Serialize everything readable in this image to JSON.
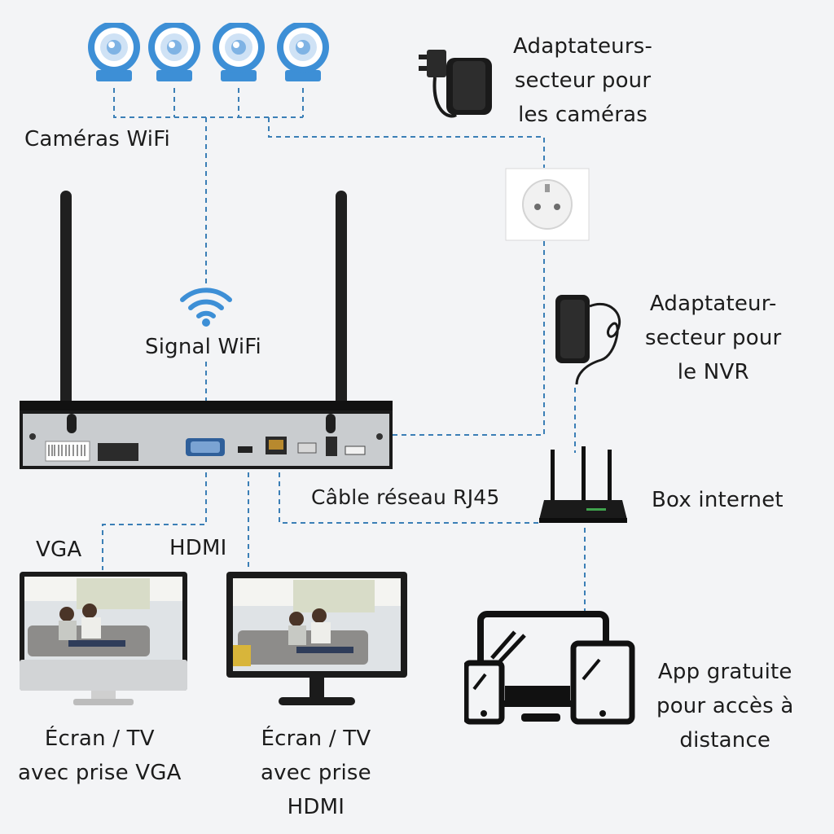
{
  "labels": {
    "cameras": "Caméras WiFi",
    "camera_adapters": [
      "Adaptateurs-",
      "secteur pour",
      "les caméras"
    ],
    "wifi_signal": "Signal WiFi",
    "nvr_adapter": [
      "Adaptateur-",
      "secteur pour",
      "le NVR"
    ],
    "rj45": "Câble réseau RJ45",
    "box": "Box internet",
    "vga": "VGA",
    "hdmi": "HDMI",
    "screen_vga": [
      "Écran / TV",
      "avec prise VGA"
    ],
    "screen_hdmi": [
      "Écran / TV",
      "avec prise",
      "HDMI"
    ],
    "app": [
      "App gratuite",
      "pour accès à",
      "distance"
    ]
  },
  "icons": [
    "camera-icon",
    "power-adapter-icon",
    "wall-socket-icon",
    "wifi-icon",
    "nvr-icon",
    "router-icon",
    "monitor-icon",
    "devices-icon"
  ],
  "colors": {
    "dashed_line": "#3b7fb6",
    "camera_blue": "#3d8fd6",
    "text": "#1c1c1c",
    "device_dark": "#1a1a1a"
  }
}
